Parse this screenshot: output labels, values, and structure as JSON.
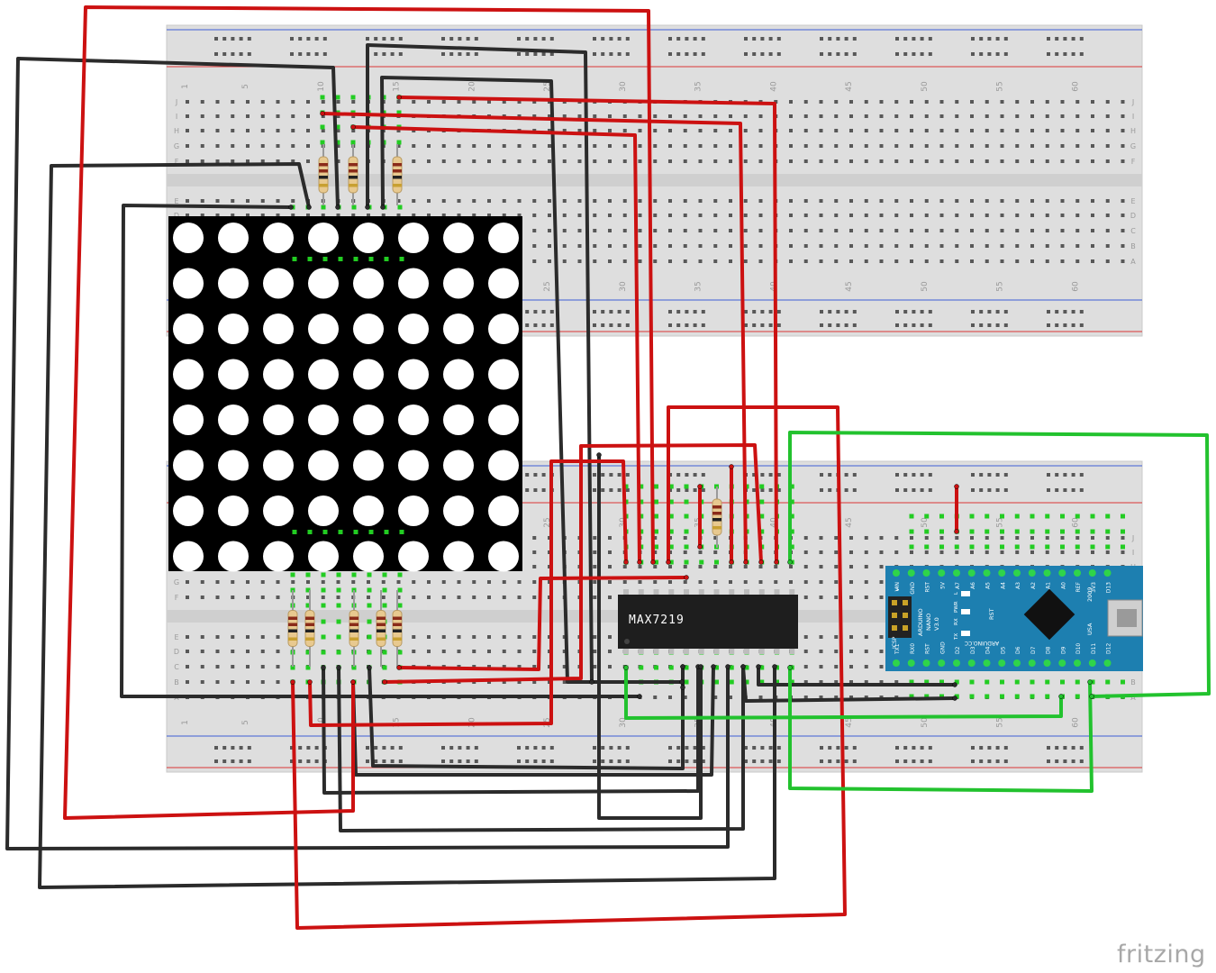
{
  "app": {
    "watermark": "fritzing"
  },
  "colors": {
    "board": "#dedede",
    "board_edge": "#c9c9c9",
    "hole": "#585858",
    "active_hole": "#22cc22",
    "rail_red": "#d93636",
    "rail_blue": "#3f5fd6",
    "wire_red": "#cc1111",
    "wire_black": "#2b2b2b",
    "wire_green": "#22c22e",
    "matrix_body": "#000000",
    "matrix_led": "#ffffff",
    "chip_body": "#1e1e1e",
    "nano_board": "#1d7fb0"
  },
  "breadboard_top": {
    "col_numbers": [
      "1",
      "5",
      "10",
      "15",
      "20",
      "25",
      "30",
      "35",
      "40",
      "45",
      "50",
      "55",
      "60"
    ],
    "row_letters_upper": [
      "J",
      "I",
      "H",
      "G",
      "F"
    ],
    "row_letters_lower": [
      "E",
      "D",
      "C",
      "B",
      "A"
    ]
  },
  "breadboard_bottom": {
    "col_numbers": [
      "1",
      "5",
      "10",
      "15",
      "20",
      "25",
      "30",
      "35",
      "40",
      "45",
      "50",
      "55",
      "60"
    ],
    "row_letters_upper": [
      "J",
      "I",
      "H",
      "G",
      "F"
    ],
    "row_letters_lower": [
      "E",
      "D",
      "C",
      "B",
      "A"
    ]
  },
  "led_matrix": {
    "rows": 8,
    "cols": 8
  },
  "ic": {
    "label": "MAX7219",
    "pins_per_side": 12
  },
  "arduino_nano": {
    "top_pins": [
      "D13",
      "3V3",
      "REF",
      "A0",
      "A1",
      "A2",
      "A3",
      "A4",
      "A5",
      "A6",
      "A7",
      "5V",
      "RST",
      "GND",
      "VIN"
    ],
    "bottom_pins": [
      "D12",
      "D11",
      "D10",
      "D9",
      "D8",
      "D7",
      "D6",
      "D5",
      "D4",
      "D3",
      "D2",
      "GND",
      "RST",
      "RX0",
      "TX1"
    ],
    "labels": [
      "ARDUINO",
      "NANO",
      "V3.0",
      "2009",
      "USA",
      "ARDUINO.CC",
      "RST",
      "PWR",
      "L",
      "TX",
      "RX",
      "ICSP",
      "1"
    ]
  }
}
